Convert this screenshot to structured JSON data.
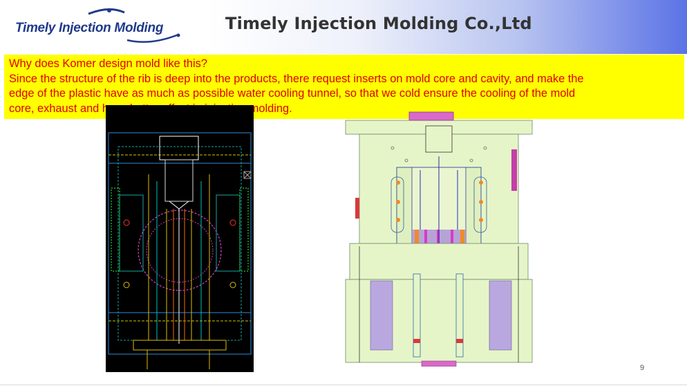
{
  "header": {
    "logo_text": "Timely Injection Molding",
    "title": "Timely Injection Molding Co.,Ltd"
  },
  "note": {
    "lines": [
      "Why does Komer design mold like this?",
      "Since the structure of the rib is deep into the products, there request inserts on mold core and cavity, and make the",
      "edge of the plastic have as much as possible water cooling tunnel, so that we cold ensure the cooling of the mold",
      "core, exhaust and have better effect in injection molding."
    ]
  },
  "page_number": "9",
  "colors": {
    "note_background": "#ffff00",
    "note_text": "#e00000",
    "logo_blue": "#1f3a8a",
    "header_gradient_end": "#5b73e6",
    "mold_fill": "#e6f5c8",
    "mold_accent_magenta": "#c43ea8",
    "mold_accent_purple": "#a98fd6"
  },
  "icons": [
    "logo-swoosh-icon"
  ]
}
